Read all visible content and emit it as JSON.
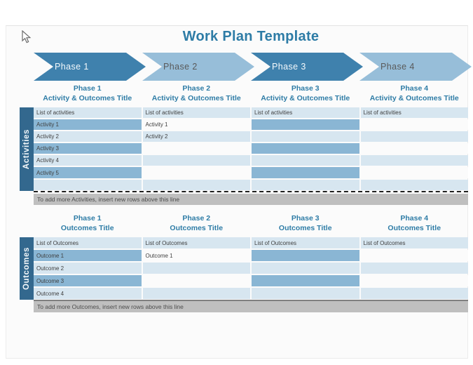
{
  "title": "Work Plan Template",
  "colors": {
    "title_text": "#2E7CA6",
    "arrow_dark": "#3F81AD",
    "arrow_light": "#97BED9",
    "sidebar": "#33688E",
    "row_pale": "#D7E6F0",
    "row_strong": "#8AB6D4",
    "row_white": "#FBFBFB",
    "note_bg": "#BFBFBF"
  },
  "phases": [
    {
      "label": "Phase 1",
      "variant": "dark"
    },
    {
      "label": "Phase 2",
      "variant": "light"
    },
    {
      "label": "Phase 3",
      "variant": "dark"
    },
    {
      "label": "Phase 4",
      "variant": "light"
    }
  ],
  "activities": {
    "sidebar_label": "Activities",
    "headers": [
      {
        "line1": "Phase 1",
        "line2": "Activity & Outcomes Title"
      },
      {
        "line1": "Phase 2",
        "line2": "Activity & Outcomes Title"
      },
      {
        "line1": "Phase 3",
        "line2": "Activity & Outcomes Title"
      },
      {
        "line1": "Phase 4",
        "line2": "Activity & Outcomes Title"
      }
    ],
    "rows": [
      {
        "variant": "list",
        "cells": [
          "List of activities",
          "List of activities",
          "List of activities",
          "List of activities"
        ]
      },
      {
        "variant": "strong",
        "cells": [
          "Activity 1",
          "Activity 1",
          "",
          ""
        ]
      },
      {
        "variant": "pale",
        "cells": [
          "Activity 2",
          "Activity 2",
          "",
          ""
        ]
      },
      {
        "variant": "strong",
        "cells": [
          "Activity 3",
          "",
          "",
          ""
        ]
      },
      {
        "variant": "pale",
        "cells": [
          "Activity 4",
          "",
          "",
          ""
        ]
      },
      {
        "variant": "strong",
        "cells": [
          "Activity 5",
          "",
          "",
          ""
        ]
      },
      {
        "variant": "pale",
        "cells": [
          "",
          "",
          "",
          ""
        ]
      }
    ],
    "note": "To add more Activities, insert new rows above this line"
  },
  "outcomes": {
    "sidebar_label": "Outcomes",
    "headers": [
      {
        "line1": "Phase 1",
        "line2": "Outcomes Title"
      },
      {
        "line1": "Phase 2",
        "line2": "Outcomes Title"
      },
      {
        "line1": "Phase 3",
        "line2": "Outcomes Title"
      },
      {
        "line1": "Phase 4",
        "line2": "Outcomes Title"
      }
    ],
    "rows": [
      {
        "variant": "list",
        "cells": [
          "List of Outcomes",
          "List of Outcomes",
          "List of Outcomes",
          "List of Outcomes"
        ]
      },
      {
        "variant": "strong",
        "cells": [
          "Outcome 1",
          "Outcome 1",
          "",
          ""
        ]
      },
      {
        "variant": "pale",
        "cells": [
          "Outcome 2",
          "",
          "",
          ""
        ]
      },
      {
        "variant": "strong",
        "cells": [
          "Outcome 3",
          "",
          "",
          ""
        ]
      },
      {
        "variant": "pale",
        "cells": [
          "Outcome 4",
          "",
          "",
          ""
        ]
      }
    ],
    "note": "To add more Outcomes, insert new rows above this line"
  }
}
